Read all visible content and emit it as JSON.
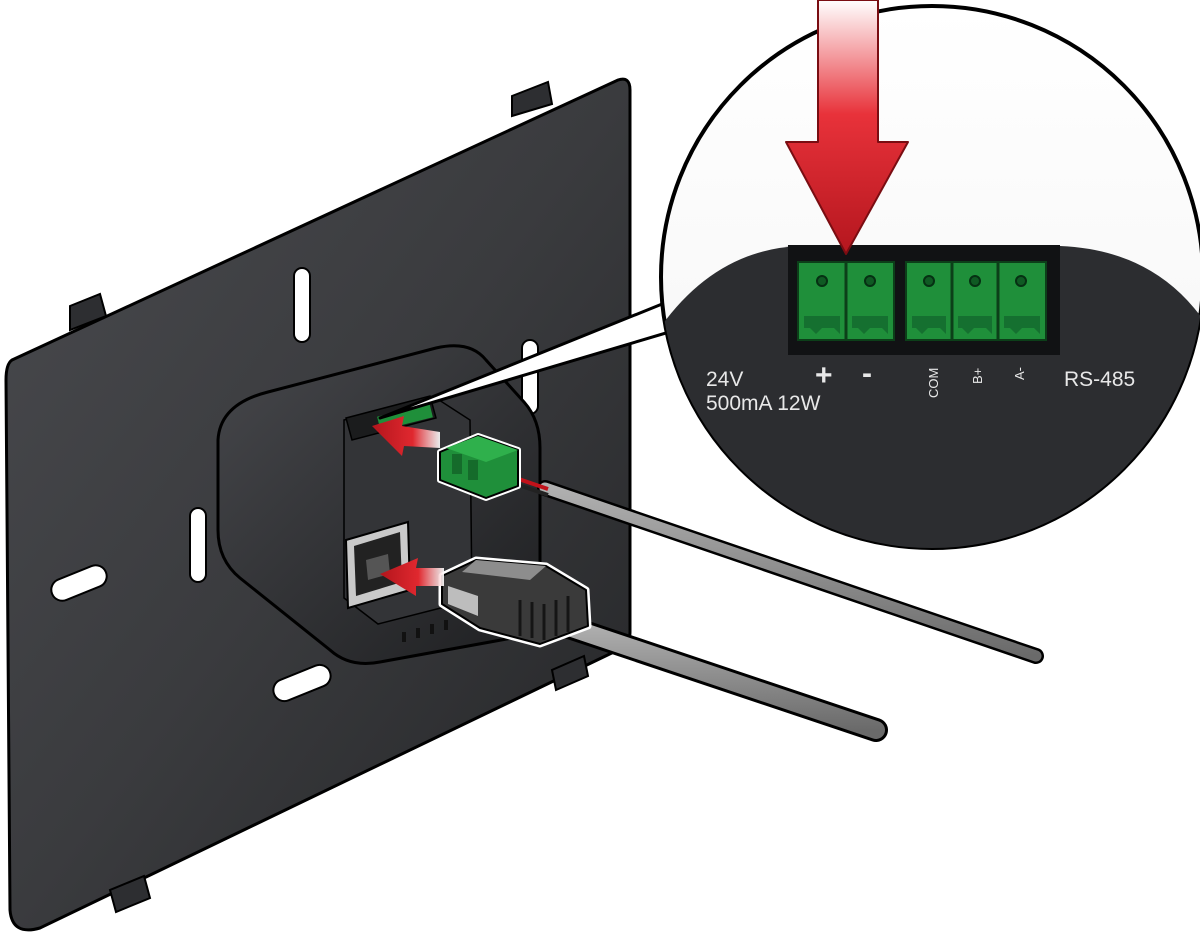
{
  "labels": {
    "voltage": "24V",
    "power": "500mA 12W",
    "plus": "+",
    "minus": "-",
    "com": "COM",
    "b_plus": "B+",
    "a_minus": "A-",
    "bus": "RS-485"
  },
  "colors": {
    "plate": "#2f3033",
    "terminal_green": "#1f8f3a",
    "arrow_red": "#d8262d",
    "cable_gray": "#8a8a8a",
    "label_text": "#e8e8e8",
    "outline": "#000000"
  }
}
